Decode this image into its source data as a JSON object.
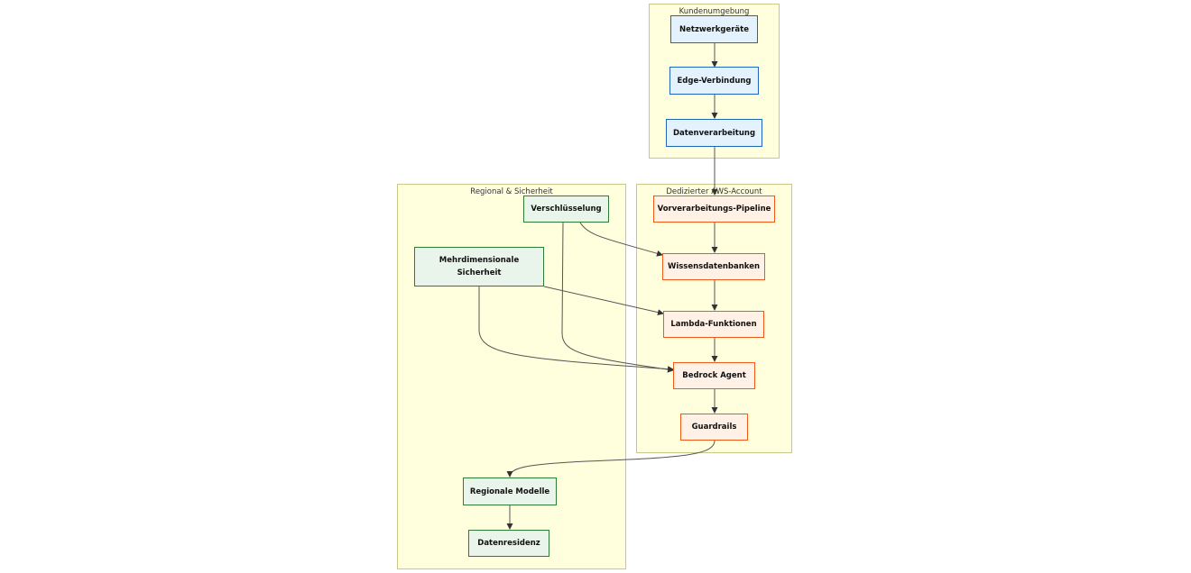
{
  "clusters": {
    "customer": {
      "label": "Kundenumgebung"
    },
    "aws": {
      "label": "Dedizierter AWS-Account"
    },
    "regional": {
      "label": "Regional & Sicherheit"
    }
  },
  "nodes": {
    "netzwerk": "Netzwerkgeräte",
    "edge": "Edge-Verbindung",
    "datenverarbeitung": "Datenverarbeitung",
    "vorverarbeitung": "Vorverarbeitungs-Pipeline",
    "wissen": "Wissensdatenbanken",
    "lambda": "Lambda-Funktionen",
    "bedrock": "Bedrock Agent",
    "guardrails": "Guardrails",
    "verschluesselung": "Verschlüsselung",
    "mehrdimensional": "Mehrdimensionale Sicherheit",
    "regionale": "Regionale Modelle",
    "datenresidenz": "Datenresidenz"
  },
  "edges": [
    [
      "netzwerk",
      "edge"
    ],
    [
      "edge",
      "datenverarbeitung"
    ],
    [
      "datenverarbeitung",
      "vorverarbeitung"
    ],
    [
      "vorverarbeitung",
      "wissen"
    ],
    [
      "wissen",
      "lambda"
    ],
    [
      "lambda",
      "bedrock"
    ],
    [
      "bedrock",
      "guardrails"
    ],
    [
      "verschluesselung",
      "wissen"
    ],
    [
      "verschluesselung",
      "bedrock"
    ],
    [
      "mehrdimensional",
      "lambda"
    ],
    [
      "mehrdimensional",
      "bedrock"
    ],
    [
      "guardrails",
      "regionale"
    ],
    [
      "regionale",
      "datenresidenz"
    ]
  ],
  "colors": {
    "cluster_fill": "#ffffde",
    "cluster_border": "#c8c88a",
    "customer_node_fill": "#e3f2fc",
    "customer_node_border": "#1e66b8",
    "aws_node_fill": "#fff1e6",
    "aws_node_border": "#ef5b16",
    "security_node_fill": "#e9f4ea",
    "security_node_border": "#2f7d32",
    "edge": "#555555"
  }
}
